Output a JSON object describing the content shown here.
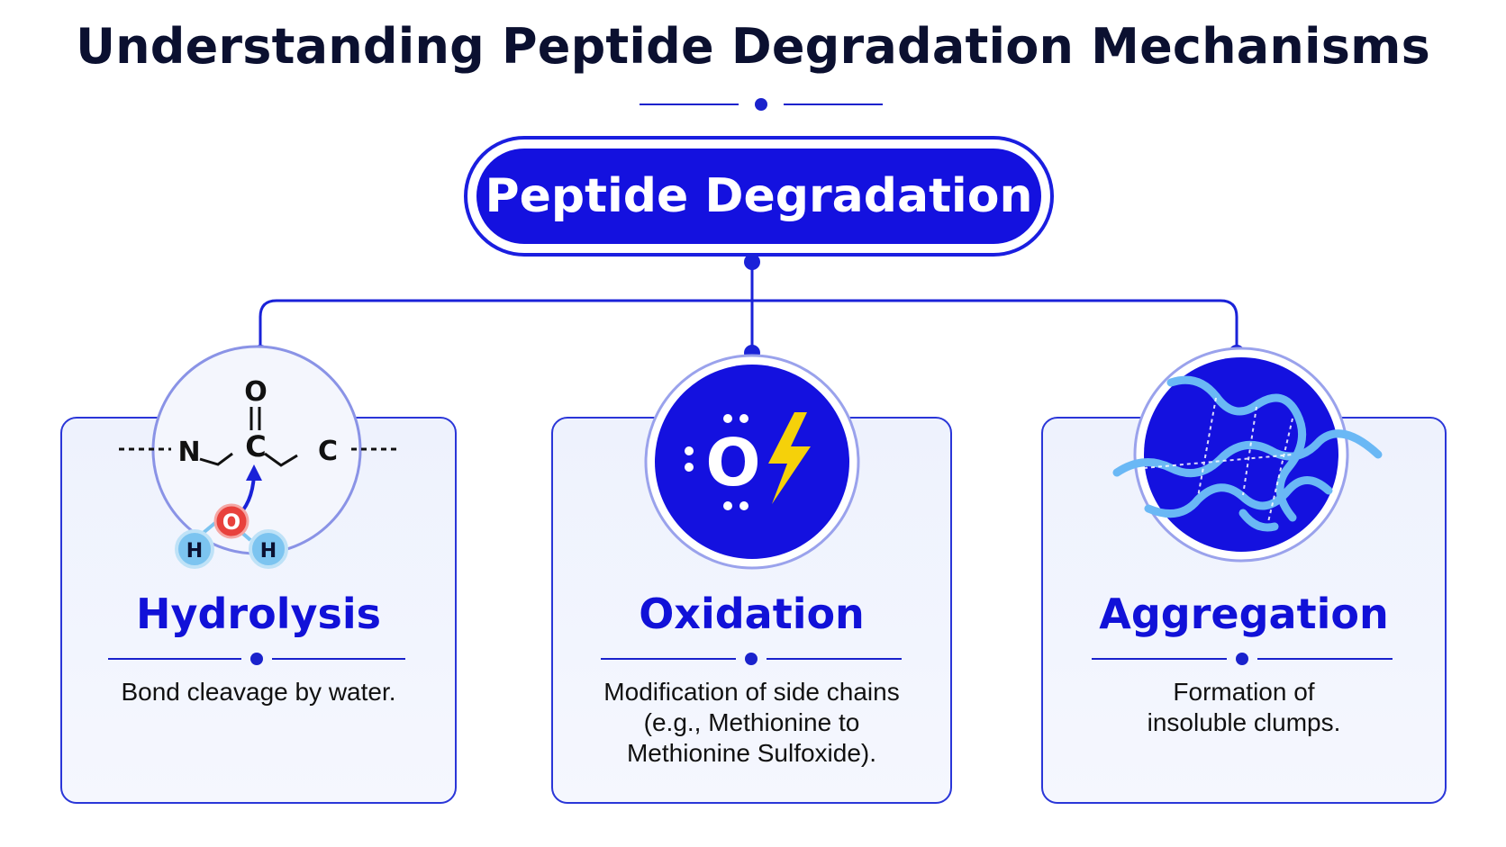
{
  "title": "Understanding Peptide Degradation Mechanisms",
  "root": {
    "label": "Peptide Degradation"
  },
  "mechanisms": [
    {
      "name": "Hydrolysis",
      "description_lines": [
        "Bond cleavage by water."
      ],
      "icon": "hydrolysis-molecule-icon",
      "atoms": {
        "o_top": "O",
        "n": "N",
        "c_center": "C",
        "c_right": "C",
        "o_water": "O",
        "h_left": "H",
        "h_right": "H"
      }
    },
    {
      "name": "Oxidation",
      "description_lines": [
        "Modification of side chains",
        "(e.g., Methionine to",
        "Methionine Sulfoxide)."
      ],
      "icon": "oxygen-lightning-icon",
      "atoms": {
        "o": "O"
      }
    },
    {
      "name": "Aggregation",
      "description_lines": [
        "Formation of",
        "insoluble clumps."
      ],
      "icon": "tangled-strands-icon"
    }
  ],
  "colors": {
    "primary": "#1411df",
    "title": "#0b1030",
    "oxygen_red": "#e8413c",
    "hydrogen_blue": "#7cc4f0",
    "lightning_yellow": "#f5d10a",
    "strand_blue": "#6ab8f5"
  }
}
